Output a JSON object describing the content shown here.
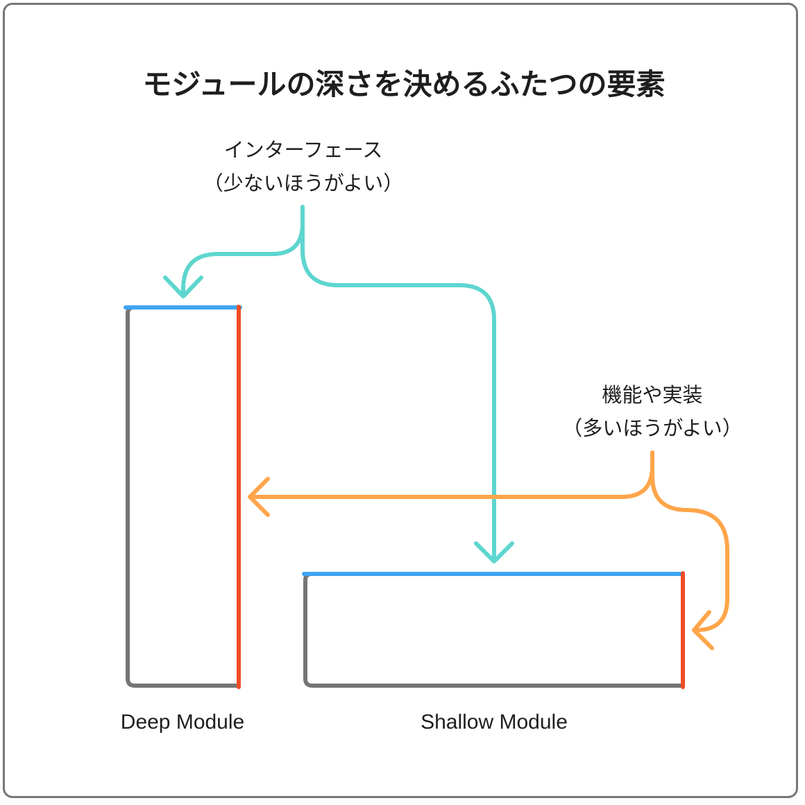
{
  "title": "モジュールの深さを決めるふたつの要素",
  "interface_label": {
    "line1": "インターフェース",
    "line2": "（少ないほうがよい）"
  },
  "function_label": {
    "line1": "機能や実装",
    "line2": "（多いほうがよい）"
  },
  "modules": {
    "deep": "Deep Module",
    "shallow": "Shallow Module"
  },
  "colors": {
    "frame": "#777777",
    "module_outline": "#757575",
    "interface_edge": "#3fa4f2",
    "implementation_edge": "#ef4d26",
    "interface_arrow": "#5dd6cf",
    "function_arrow": "#ffa54a",
    "text": "#1e1e1e"
  }
}
